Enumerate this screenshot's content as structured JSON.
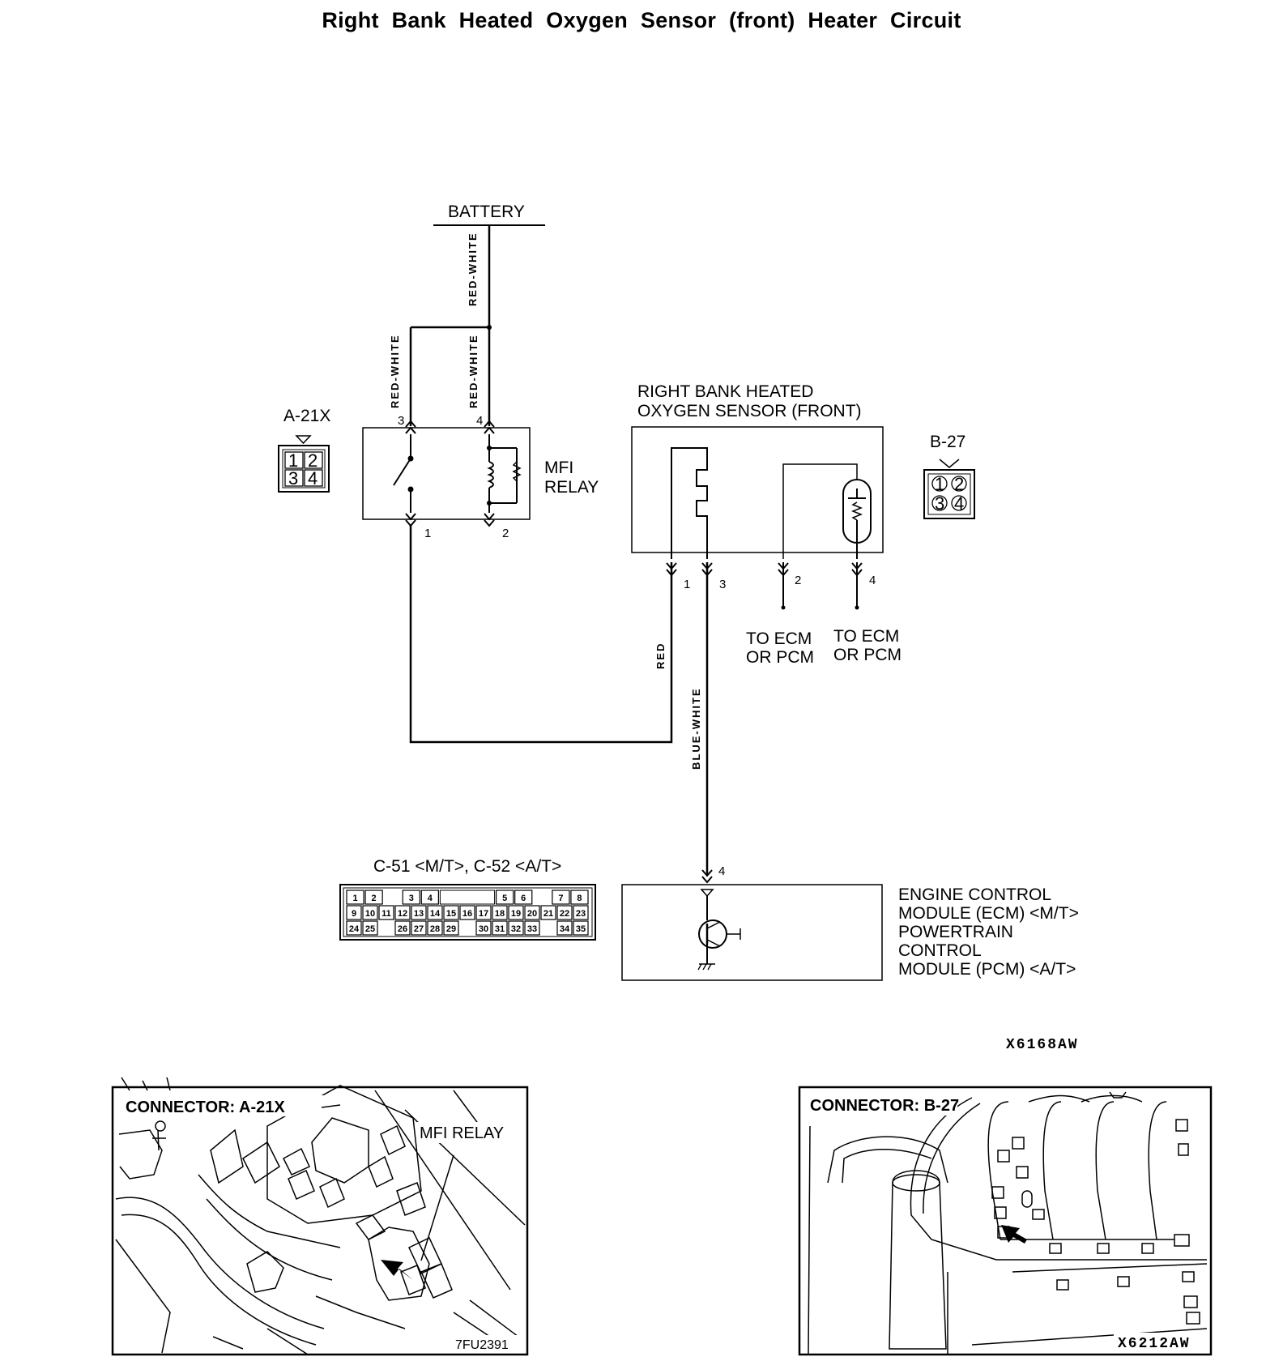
{
  "title": "Right Bank Heated Oxygen Sensor (front) Heater Circuit",
  "battery": "BATTERY",
  "wires": {
    "red_white": "RED-WHITE",
    "red": "RED",
    "blue_white": "BLUE-WHITE"
  },
  "connectors": {
    "a21x": {
      "label": "A-21X",
      "pins": [
        "1",
        "2",
        "3",
        "4"
      ]
    },
    "b27": {
      "label": "B-27",
      "pins": [
        "1",
        "2",
        "3",
        "4"
      ]
    },
    "c51": {
      "label": "C-51 <M/T>, C-52 <A/T>",
      "row1": [
        "1",
        "2",
        "",
        "3",
        "4",
        "",
        "",
        "",
        "5",
        "6",
        "",
        "7",
        "8"
      ],
      "row2": [
        "9",
        "10",
        "11",
        "12",
        "13",
        "14",
        "15",
        "16",
        "17",
        "18",
        "19",
        "20",
        "21",
        "22",
        "23"
      ],
      "row3": [
        "24",
        "25",
        "",
        "26",
        "27",
        "28",
        "29",
        "",
        "30",
        "31",
        "32",
        "33",
        "",
        "34",
        "35"
      ]
    }
  },
  "relay": {
    "line1": "MFI",
    "line2": "RELAY",
    "pins": {
      "p1": "1",
      "p2": "2",
      "p3": "3",
      "p4": "4"
    }
  },
  "sensor": {
    "line1": "RIGHT BANK HEATED",
    "line2": "OXYGEN SENSOR (FRONT)",
    "pins": {
      "p1": "1",
      "p2": "2",
      "p3": "3",
      "p4": "4"
    }
  },
  "to_ecm": {
    "line1": "TO ECM",
    "line2": "OR PCM"
  },
  "ecm": {
    "pin": "4",
    "lines": [
      "ENGINE CONTROL",
      "MODULE (ECM) <M/T>",
      "POWERTRAIN",
      "CONTROL",
      "MODULE (PCM) <A/T>"
    ]
  },
  "diagram_code": "X6168AW",
  "panel_left": {
    "title": "CONNECTOR: A-21X",
    "callout": "MFI RELAY",
    "code": "7FU2391"
  },
  "panel_right": {
    "title": "CONNECTOR: B-27",
    "code": "X6212AW"
  }
}
